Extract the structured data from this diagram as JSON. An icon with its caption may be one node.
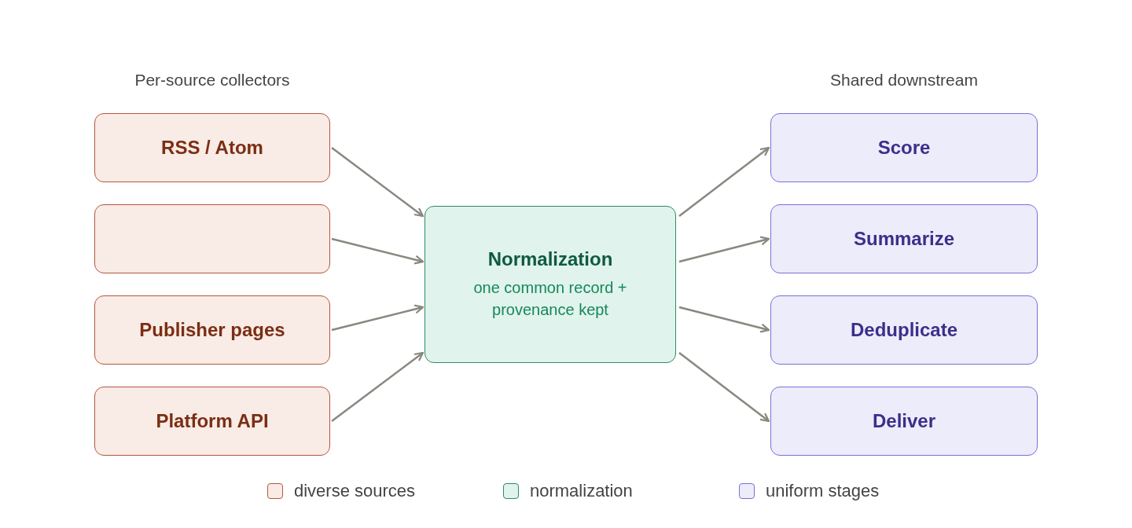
{
  "diagram": {
    "nodes": [
      {
        "text": [
          "RSS / Atom"
        ]
      },
      {
        "text": [],
        "shape": "box"
      },
      {
        "text": [
          "Publisher pages"
        ]
      },
      {
        "text": [
          "Platform API"
        ]
      },
      {
        "text": [
          "Normalization",
          "one common record + provenance kept"
        ]
      },
      {
        "text": [
          "Score"
        ]
      },
      {
        "text": [
          "Summarize"
        ]
      },
      {
        "text": [
          "Deduplicate"
        ]
      },
      {
        "text": [
          "Deliver"
        ]
      }
    ],
    "edges": [
      {
        "from": 0,
        "to": 4,
        "arrow": "to"
      },
      {
        "from": 1,
        "to": 4,
        "arrow": "to"
      },
      {
        "from": 2,
        "to": 4,
        "arrow": "to"
      },
      {
        "from": 3,
        "to": 4,
        "arrow": "to"
      },
      {
        "from": 4,
        "to": 5,
        "arrow": "to"
      },
      {
        "from": 4,
        "to": 6,
        "arrow": "to"
      },
      {
        "from": 4,
        "to": 7,
        "arrow": "to"
      },
      {
        "from": 4,
        "to": 8,
        "arrow": "to"
      }
    ],
    "labels": [
      "Per-source collectors",
      "Shared downstream"
    ],
    "legend": [
      {
        "text": "diverse sources",
        "color": "#f9ebe5"
      },
      {
        "text": "normalization",
        "color": "#e0f3ec"
      },
      {
        "text": "uniform stages",
        "color": "#ececfb"
      }
    ]
  }
}
